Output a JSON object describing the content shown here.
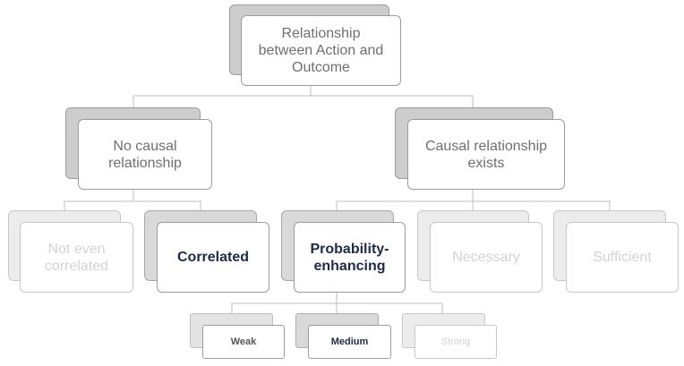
{
  "diagram": {
    "root": {
      "label": "Relationship\nbetween Action and\nOutcome"
    },
    "no_causal": {
      "label": "No causal\nrelationship"
    },
    "causal": {
      "label": "Causal relationship\nexists"
    },
    "not_correlated": {
      "label": "Not even\ncorrelated"
    },
    "correlated": {
      "label": "Correlated"
    },
    "probability": {
      "label": "Probability-\nenhancing"
    },
    "necessary": {
      "label": "Necessary"
    },
    "sufficient": {
      "label": "Sufficient"
    },
    "weak": {
      "label": "Weak"
    },
    "medium": {
      "label": "Medium"
    },
    "strong": {
      "label": "Strong"
    }
  }
}
